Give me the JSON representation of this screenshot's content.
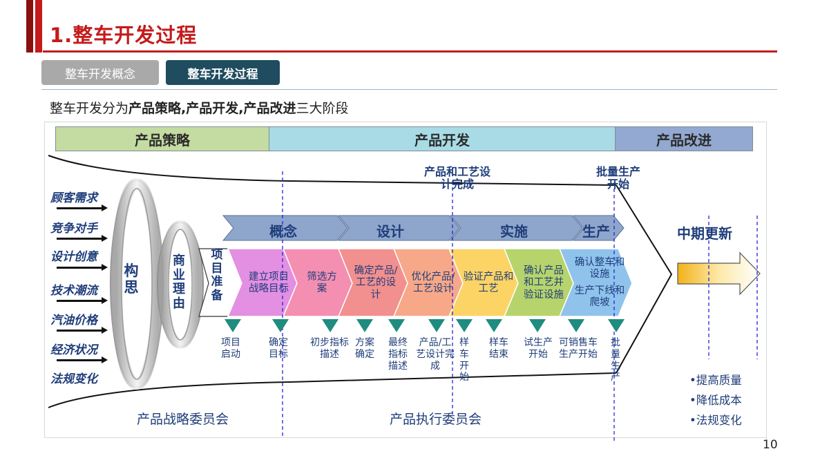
{
  "slide": {
    "title": "1.整车开发过程",
    "page_number": "10",
    "tabs": [
      {
        "label": "整车开发概念",
        "active": false
      },
      {
        "label": "整车开发过程",
        "active": true
      }
    ],
    "intro": {
      "prefix": "整车开发分为",
      "b1": "产品策略",
      "sep1": ",",
      "b2": "产品开发",
      "sep2": ",",
      "b3": "产品改进",
      "suffix": "三大阶段"
    }
  },
  "colors": {
    "title_red": "#c41b1b",
    "tab_gray": "#a9a9a9",
    "tab_active": "#1f4c5f",
    "text_blue": "#1f3d7a",
    "milestone_green": "#1e8c7f",
    "dash_blue": "#2222dd"
  },
  "phases": [
    {
      "label": "产品策略",
      "color": "#c4dba1"
    },
    {
      "label": "产品开发",
      "color": "#a8dbe6"
    },
    {
      "label": "产品改进",
      "color": "#93a9d1"
    }
  ],
  "drivers": [
    "顾客需求",
    "竞争对手",
    "设计创意",
    "技术潮流",
    "汽油价格",
    "经济状况",
    "法规变化"
  ],
  "circles": {
    "left": "构思",
    "right": "商业理由"
  },
  "milestones_top": {
    "design_done": "产品和工艺设计完成",
    "mass_production": "批量生产开始"
  },
  "subphases": [
    "概念",
    "设计",
    "实施",
    "生产"
  ],
  "prep": "项目准备",
  "stages": [
    {
      "label": "建立项目战略目标"
    },
    {
      "label": "筛选方案"
    },
    {
      "label": "确定产品/工艺的设计"
    },
    {
      "label": "优化产品/工艺设计"
    },
    {
      "label": "验证产品和工艺"
    },
    {
      "label": "确认产品和工艺并验证设施"
    },
    {
      "label": "确认整车和设施",
      "extra": "生产下线和爬坡"
    }
  ],
  "milestones_bottom": [
    "项目启动",
    "确定目标",
    "初步指标描述",
    "方案确定",
    "最终指标描述",
    "产品/工艺设计完成",
    "样车开始",
    "样车结束",
    "试生产开始",
    "可销售车生产开始",
    "批量生产"
  ],
  "midterm": "中期更新",
  "benefits": [
    "•提高质量",
    "•降低成本",
    "•法规变化"
  ],
  "committees": [
    "产品战略委员会",
    "产品执行委员会"
  ]
}
